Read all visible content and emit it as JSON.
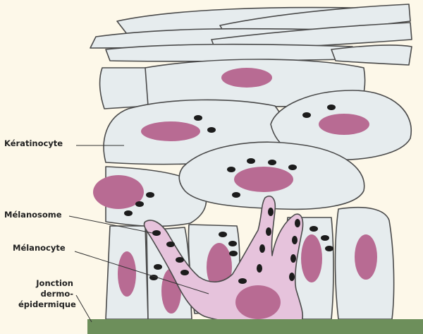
{
  "labels": {
    "keratinocyte": "Kératinocyte",
    "melanosome": "Mélanosome",
    "melanocyte": "Mélanocyte",
    "junction_line1": "Jonction",
    "junction_line2": "dermo-",
    "junction_line3": "épidermique"
  },
  "colors": {
    "background": "#fdf8e9",
    "cell_fill": "#e6ecee",
    "cell_outline": "#4a4a4a",
    "nucleus": "#b86b93",
    "melanocyte_fill": "#e6c3dc",
    "melanosome": "#1c1c1c",
    "basement_membrane": "#6d8f5b"
  }
}
